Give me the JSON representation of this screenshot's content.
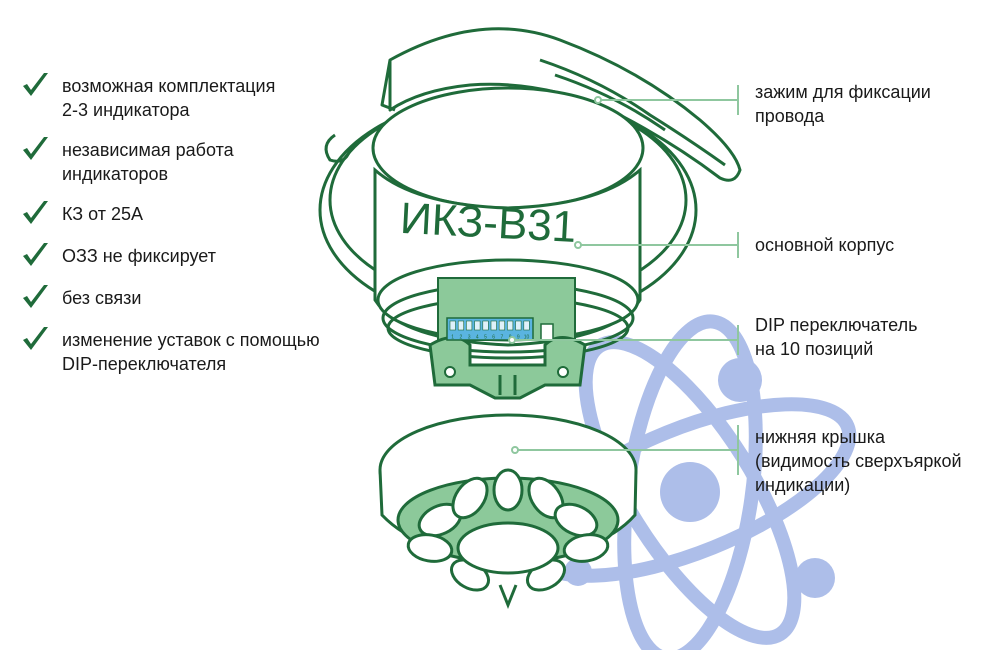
{
  "colors": {
    "brand_green": "#1f6b3a",
    "panel_green": "#8cc99a",
    "leader_green": "#8fc79f",
    "atom_blue": "#a9bbe8",
    "dip_blue": "#5ab4e0"
  },
  "features": [
    {
      "icon": "checkmark-icon",
      "text": "возможная комплектация\n2-3 индикатора"
    },
    {
      "icon": "checkmark-icon",
      "text": "независимая работа\nиндикаторов"
    },
    {
      "icon": "checkmark-icon",
      "text": "КЗ от 25А"
    },
    {
      "icon": "checkmark-icon",
      "text": "ОЗЗ не фиксирует"
    },
    {
      "icon": "checkmark-icon",
      "text": "без связи"
    },
    {
      "icon": "checkmark-icon",
      "text": "изменение уставок с помощью\nDIP-переключателя"
    }
  ],
  "device": {
    "model_label": "ИКЗ-В31",
    "dip_numbers": [
      "1",
      "2",
      "3",
      "4",
      "5",
      "6",
      "7",
      "8",
      "9",
      "10"
    ]
  },
  "callouts": [
    {
      "id": "clamp",
      "text": "зажим для фиксации\nпровода"
    },
    {
      "id": "body",
      "text": "основной корпус"
    },
    {
      "id": "dip",
      "text": "DIP переключатель\nна 10 позиций"
    },
    {
      "id": "cover",
      "text": "нижняя крышка\n(видимость сверхъяркой\nиндикации)"
    }
  ],
  "watermark": {
    "icon": "atom-icon"
  }
}
